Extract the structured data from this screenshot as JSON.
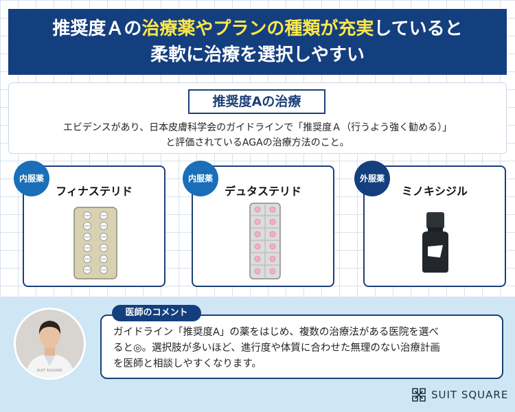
{
  "header": {
    "line1_pre": "推奨度Ａの",
    "line1_highlight": "治療薬やプランの種類が充実",
    "line1_post": "していると",
    "line2": "柔軟に治療を選択しやすい",
    "bg_color": "#143f7f",
    "highlight_color": "#ffe84a"
  },
  "definition": {
    "title": "推奨度Aの治療",
    "line1": "エビデンスがあり、日本皮膚科学会のガイドラインで「推奨度Ａ（行うよう強く勧める）」",
    "line2": "と評価されているAGAの治療方法のこと。"
  },
  "medicines": [
    {
      "badge": "内服薬",
      "name": "フィナステリド",
      "badge_color": "#1a6fb8"
    },
    {
      "badge": "内服薬",
      "name": "デュタステリド",
      "badge_color": "#1a6fb8"
    },
    {
      "badge": "外服薬",
      "name": "ミノキシジル",
      "badge_color": "#143f7f"
    }
  ],
  "comment": {
    "tag": "医師のコメント",
    "line1": "ガイドライン「推奨度A」の薬をはじめ、複数の治療法がある医院を選べ",
    "line2": "ると◎。選択肢が多いほど、進行度や体質に合わせた無理のない治療計画",
    "line3": "を医師と相談しやすくなります。"
  },
  "avatar": {
    "coat_text": "SUIT SQUARE"
  },
  "logo": {
    "text": "SUIT SQUARE"
  }
}
